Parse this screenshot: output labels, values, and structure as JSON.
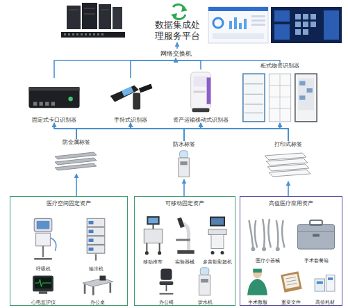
{
  "diagram": {
    "nodes": [
      {
        "text": [
          "数据集成处理服务平台"
        ]
      },
      {
        "text": [
          "网络交换机"
        ]
      },
      {
        "text": [
          "固定式卡口识别器"
        ]
      },
      {
        "text": [
          "手持式识别器"
        ]
      },
      {
        "text": [
          "资产运输移动式识别器"
        ]
      },
      {
        "text": [
          "柜式物资识别器"
        ]
      },
      {
        "text": [
          "防金属标签"
        ]
      },
      {
        "text": [
          "防水标签"
        ]
      },
      {
        "text": [
          "打印式标签"
        ]
      },
      {
        "text": [
          "医疗空间固定资产"
        ]
      },
      {
        "text": [
          "呼吸机"
        ],
        "in": 9
      },
      {
        "text": [
          "输注机"
        ],
        "in": 9
      },
      {
        "text": [
          "心电监护仪"
        ],
        "in": 9
      },
      {
        "text": [
          "办公桌"
        ],
        "in": 9
      },
      {
        "text": [
          "可移动固定资产"
        ]
      },
      {
        "text": [
          "移动推车"
        ],
        "in": 14
      },
      {
        "text": [
          "实验器械"
        ],
        "in": 14
      },
      {
        "text": [
          "多普勒彩超机"
        ],
        "in": 14
      },
      {
        "text": [
          "办公椅"
        ],
        "in": 14
      },
      {
        "text": [
          "饮水机"
        ],
        "in": 14
      },
      {
        "text": [
          "高值医疗应用资产"
        ]
      },
      {
        "text": [
          "医疗小器械"
        ],
        "in": 20
      },
      {
        "text": [
          "手术套餐箱"
        ],
        "in": 20
      },
      {
        "text": [
          "手术敷服"
        ],
        "in": 20
      },
      {
        "text": [
          "重要文件"
        ],
        "in": 20
      },
      {
        "text": [
          "高值耗材"
        ],
        "in": 20
      }
    ],
    "edges": [
      {
        "from": 1,
        "to": 0,
        "arrow": "to"
      },
      {
        "from": 2,
        "to": 1,
        "arrow": "to"
      },
      {
        "from": 3,
        "to": 1,
        "arrow": "to"
      },
      {
        "from": 4,
        "to": 1,
        "arrow": "to"
      },
      {
        "from": 5,
        "to": 1,
        "arrow": "to"
      },
      {
        "from": 6,
        "to": 2,
        "arrow": "to"
      },
      {
        "from": 6,
        "to": 3,
        "arrow": "to"
      },
      {
        "from": 6,
        "to": 4,
        "arrow": "to"
      },
      {
        "from": 6,
        "to": 5,
        "arrow": "to"
      },
      {
        "from": 7,
        "to": 2,
        "arrow": "to"
      },
      {
        "from": 7,
        "to": 3,
        "arrow": "to"
      },
      {
        "from": 7,
        "to": 4,
        "arrow": "to"
      },
      {
        "from": 7,
        "to": 5,
        "arrow": "to"
      },
      {
        "from": 8,
        "to": 2,
        "arrow": "to"
      },
      {
        "from": 8,
        "to": 3,
        "arrow": "to"
      },
      {
        "from": 8,
        "to": 4,
        "arrow": "to"
      },
      {
        "from": 8,
        "to": 5,
        "arrow": "to"
      },
      {
        "from": 9,
        "to": 6,
        "arrow": "to"
      },
      {
        "from": 14,
        "to": 7,
        "arrow": "to"
      },
      {
        "from": 20,
        "to": 8,
        "arrow": "to"
      }
    ]
  }
}
